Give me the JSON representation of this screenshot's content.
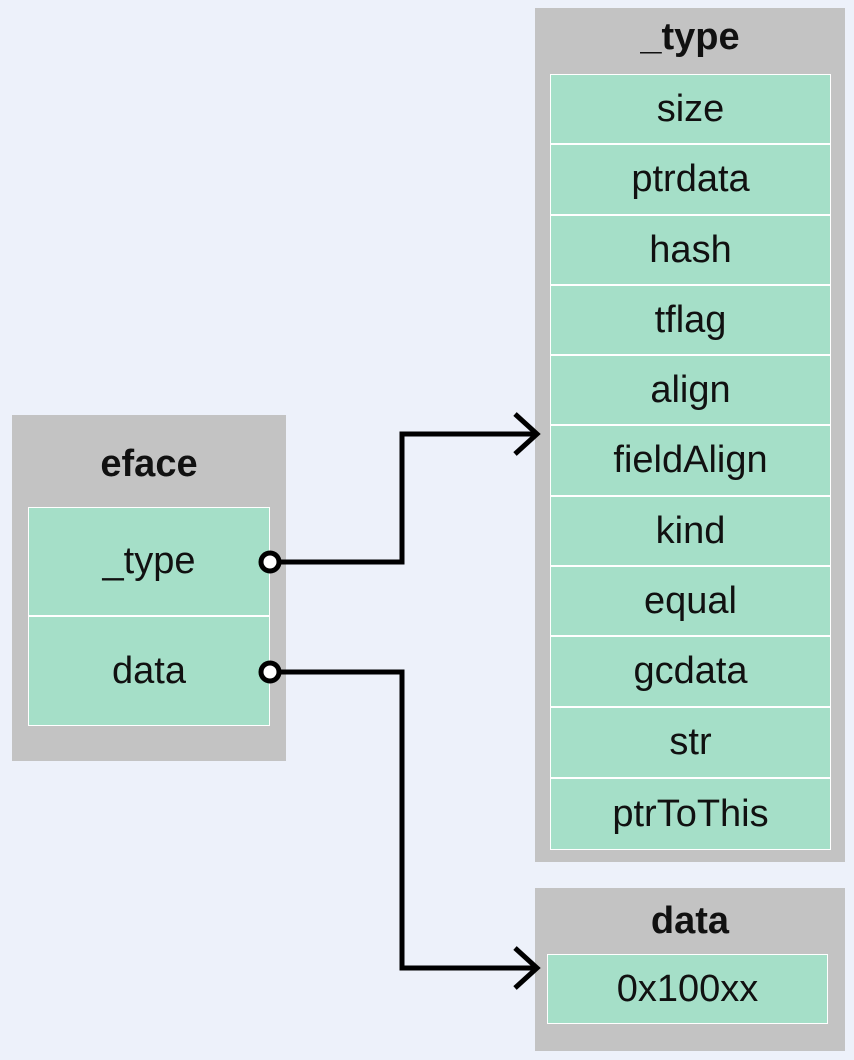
{
  "eface": {
    "title": "eface",
    "fields": [
      "_type",
      "data"
    ]
  },
  "type_struct": {
    "title": "_type",
    "fields": [
      "size",
      "ptrdata",
      "hash",
      "tflag",
      "align",
      "fieldAlign",
      "kind",
      "equal",
      "gcdata",
      "str",
      "ptrToThis"
    ]
  },
  "data_struct": {
    "title": "data",
    "value": "0x100xx"
  },
  "colors": {
    "background": "#edf1fa",
    "box": "#c3c3c3",
    "field": "#a5dfc8",
    "line": "#000000"
  }
}
